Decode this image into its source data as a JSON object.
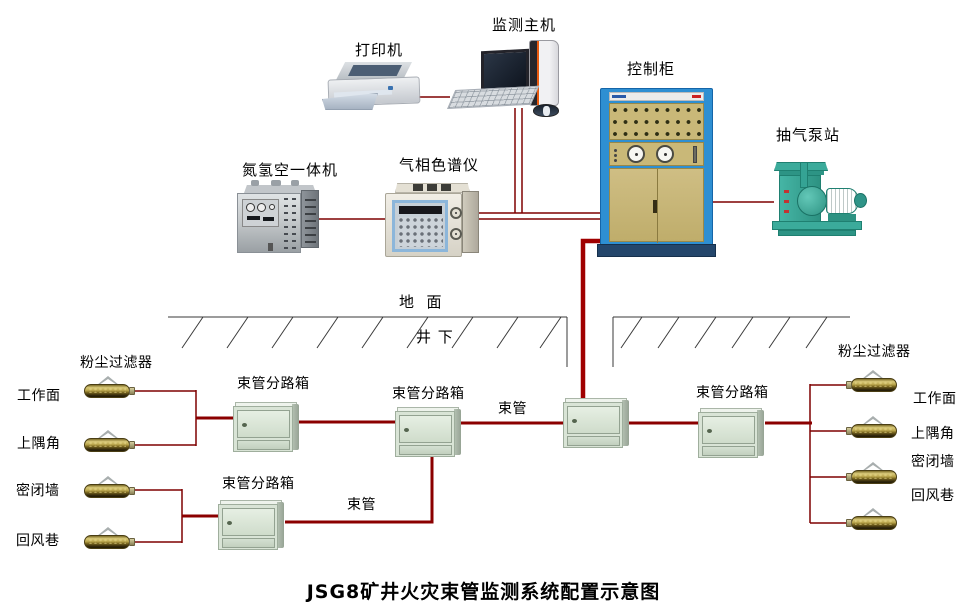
{
  "title": "JSG8矿井火灾束管监测系统配置示意图",
  "surface": {
    "printer": "打印机",
    "host": "监测主机",
    "cabinet": "控制柜",
    "pump": "抽气泵站",
    "nitrogen": "氮氢空一体机",
    "chromatograph": "气相色谱仪",
    "ground": "地  面",
    "underground": "井 下"
  },
  "mine": {
    "dust_filter_left": "粉尘过滤器",
    "dust_filter_right": "粉尘过滤器",
    "branch_boxes": [
      "束管分路箱",
      "束管分路箱",
      "束管分路箱",
      "束管分路箱"
    ],
    "tube_mid": "束管",
    "tube_bottom": "束管",
    "left_points": [
      "工作面",
      "上隅角",
      "密闭墙",
      "回风巷"
    ],
    "right_points": [
      "工作面",
      "上隅角",
      "密闭墙",
      "回风巷"
    ]
  },
  "colors": {
    "pipe_thin": "#7f0000",
    "pipe_medium": "#8b0000",
    "pipe_thick": "#a00000",
    "ground_line": "#3a3a3a",
    "cabinet_blue": "#2e8fd2",
    "cabinet_panel": "#c9b878",
    "pump_teal": "#35a394",
    "box_green": "#d9e4d6",
    "filter_gold": "#bca84e"
  }
}
